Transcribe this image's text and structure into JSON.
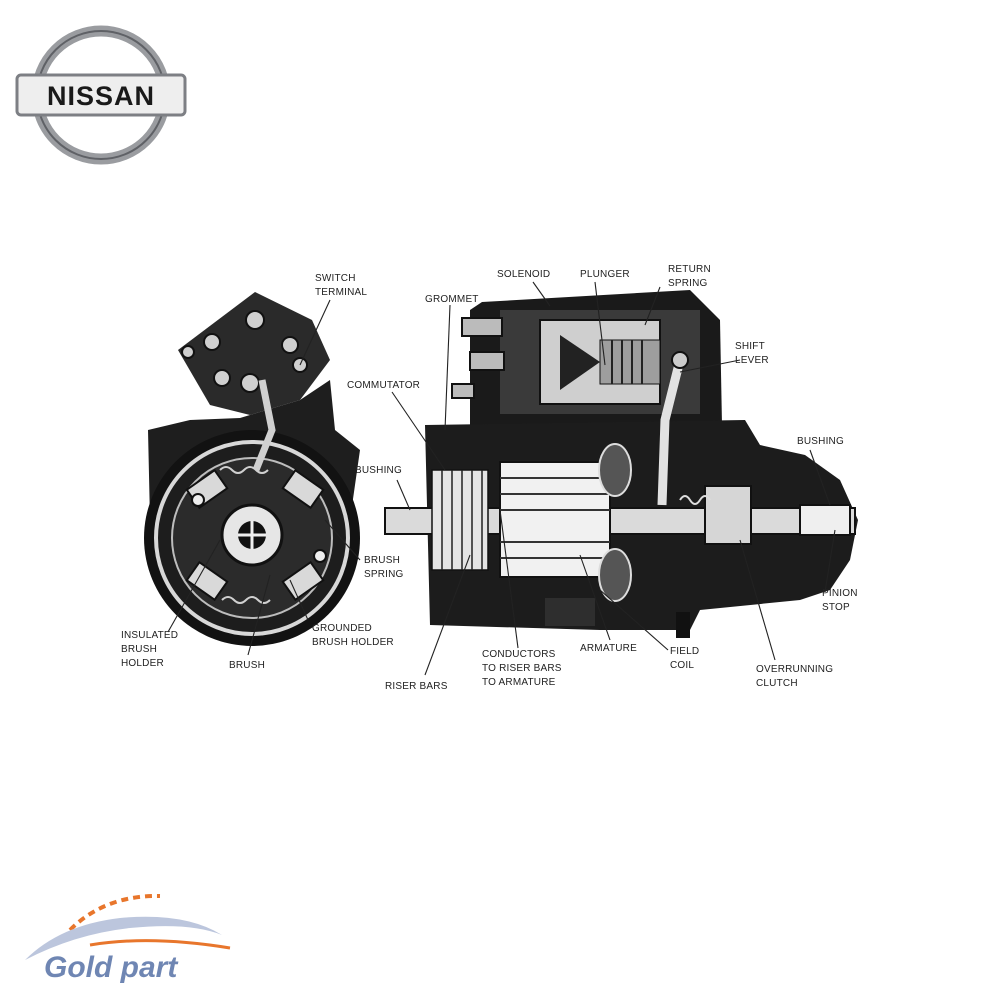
{
  "brand": {
    "logo_text": "NISSAN",
    "colors": {
      "ring": "#8d8f93",
      "bar": "#e6e6e6",
      "text": "#1a1a1a"
    }
  },
  "diagram": {
    "labels": {
      "switch_terminal_1": "SWITCH",
      "switch_terminal_2": "TERMINAL",
      "solenoid": "SOLENOID",
      "plunger": "PLUNGER",
      "return_spring_1": "RETURN",
      "return_spring_2": "SPRING",
      "grommet": "GROMMET",
      "shift_lever_1": "SHIFT",
      "shift_lever_2": "LEVER",
      "commutator": "COMMUTATOR",
      "bushing_left": "BUSHING",
      "bushing_right": "BUSHING",
      "brush_spring_1": "BRUSH",
      "brush_spring_2": "SPRING",
      "insulated_1": "INSULATED",
      "insulated_2": "BRUSH",
      "insulated_3": "HOLDER",
      "grounded_1": "GROUNDED",
      "grounded_2": "BRUSH HOLDER",
      "brush": "BRUSH",
      "riser_bars": "RISER BARS",
      "conductors_1": "CONDUCTORS",
      "conductors_2": "TO RISER BARS",
      "conductors_3": "TO ARMATURE",
      "armature": "ARMATURE",
      "field_coil_1": "FIELD",
      "field_coil_2": "COIL",
      "pinion_stop_1": "PINION",
      "pinion_stop_2": "STOP",
      "overrunning_1": "OVERRUNNING",
      "overrunning_2": "CLUTCH"
    }
  },
  "footer": {
    "watermark_text": "Gold part",
    "colors": {
      "text": "#6f86b3",
      "arc": "#e8762c",
      "swoosh": "#b9c4dc"
    }
  }
}
